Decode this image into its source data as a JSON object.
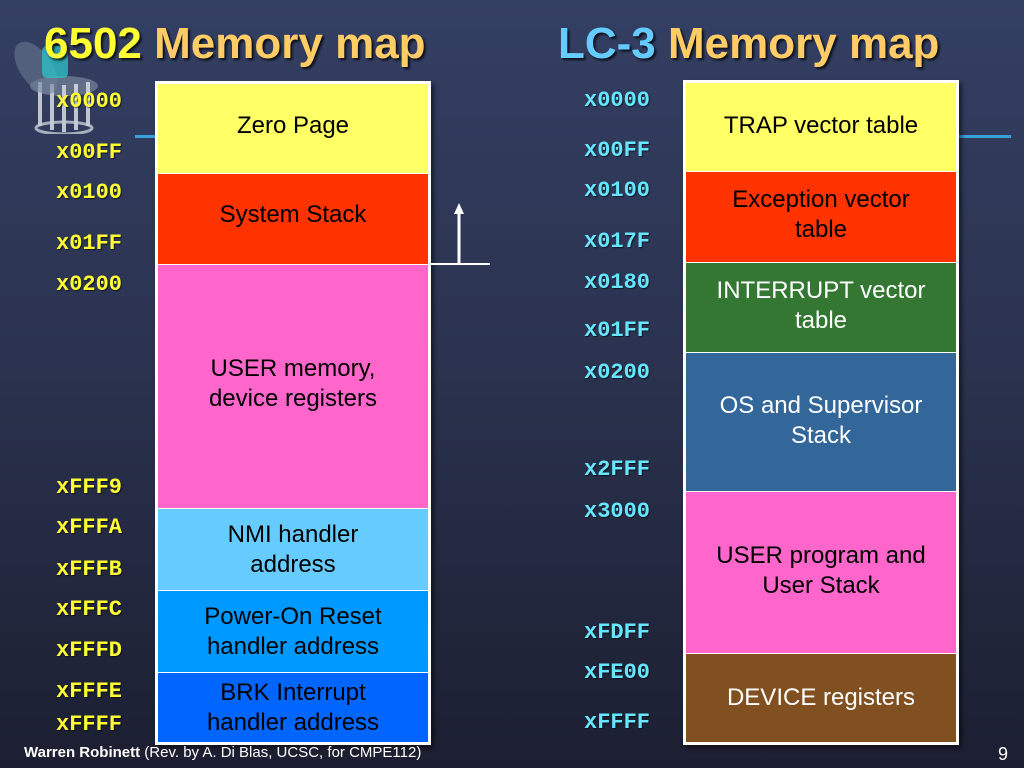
{
  "titles": {
    "left": {
      "part1": "6502",
      "part2": "Memory map"
    },
    "right": {
      "part1": "LC-3",
      "part2": "Memory map"
    }
  },
  "logo": {
    "icon": "columns-logo-icon"
  },
  "colors": {
    "yellow": "#ffff66",
    "red_orange": "#ff3300",
    "pink": "#ff66cc",
    "light_blue": "#66ccff",
    "blue": "#0099ff",
    "deep_blue": "#0066ff",
    "green": "#337733",
    "steel_blue": "#336699",
    "brown": "#805020"
  },
  "left_map": {
    "addresses": [
      "x0000",
      "x00FF",
      "x0100",
      "x01FF",
      "x0200",
      "xFFF9",
      "xFFFA",
      "xFFFB",
      "xFFFC",
      "xFFFD",
      "xFFFE",
      "xFFFF"
    ],
    "blocks": [
      {
        "lines": [
          "Zero Page"
        ],
        "color": "#ffff66",
        "text_color": "#000000"
      },
      {
        "lines": [
          "System Stack"
        ],
        "color": "#ff3300",
        "text_color": "#000000"
      },
      {
        "lines": [
          "USER memory,",
          "device registers"
        ],
        "color": "#ff66cc",
        "text_color": "#000000"
      },
      {
        "lines": [
          "NMI handler",
          "address"
        ],
        "color": "#66ccff",
        "text_color": "#000000"
      },
      {
        "lines": [
          "Power-On Reset",
          "handler address"
        ],
        "color": "#0099ff",
        "text_color": "#000000"
      },
      {
        "lines": [
          "BRK Interrupt",
          "handler address"
        ],
        "color": "#0066ff",
        "text_color": "#000000"
      }
    ]
  },
  "right_map": {
    "addresses": [
      "x0000",
      "x00FF",
      "x0100",
      "x017F",
      "x0180",
      "x01FF",
      "x0200",
      "x2FFF",
      "x3000",
      "xFDFF",
      "xFE00",
      "xFFFF"
    ],
    "blocks": [
      {
        "lines": [
          "TRAP vector table"
        ],
        "color": "#ffff66",
        "text_color": "#000000"
      },
      {
        "lines": [
          "Exception vector",
          "table"
        ],
        "color": "#ff3300",
        "text_color": "#000000"
      },
      {
        "lines": [
          "INTERRUPT vector",
          "table"
        ],
        "color": "#337733",
        "text_color": "#ffffff"
      },
      {
        "lines": [
          "OS and Supervisor",
          "Stack"
        ],
        "color": "#336699",
        "text_color": "#ffffff"
      },
      {
        "lines": [
          "USER program and",
          "User Stack"
        ],
        "color": "#ff66cc",
        "text_color": "#000000"
      },
      {
        "lines": [
          "DEVICE registers"
        ],
        "color": "#805020",
        "text_color": "#ffffff"
      }
    ]
  },
  "stack_arrow": {
    "icon": "up-arrow-icon"
  },
  "footer": {
    "author": "Warren Robinett",
    "credit": "(Rev. by A. Di Blas, UCSC, for CMPE112)",
    "page_number": "9"
  }
}
